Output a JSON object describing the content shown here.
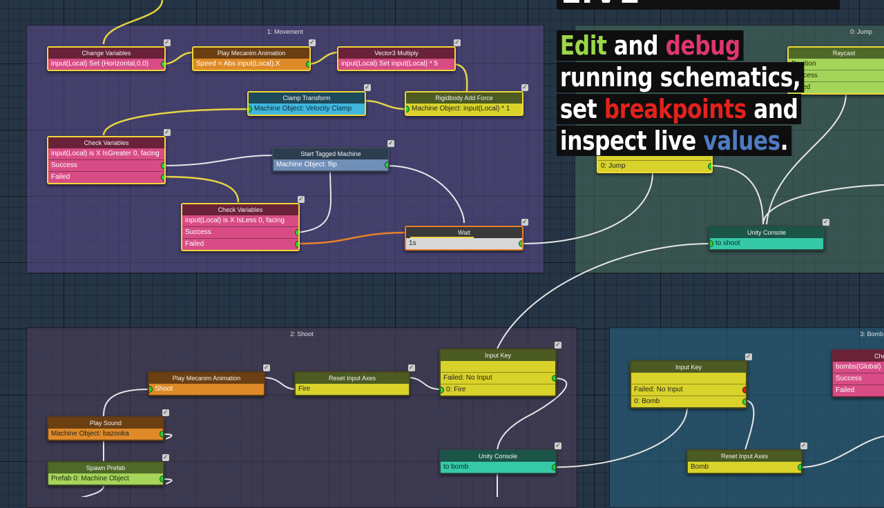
{
  "colors": {
    "canvas": "#253545",
    "selection": "#f0d93a",
    "wire_white": "#e8e8e8",
    "wire_yellow": "#e7d543",
    "wire_orange": "#e8822a",
    "port_green": "#2ad33a",
    "port_red": "#e31b1b",
    "hl_green": "#9bd74a",
    "hl_pink": "#e0356e",
    "hl_red": "#e3221c",
    "hl_blue": "#4f7bc2"
  },
  "groups": {
    "movement": "1: Movement",
    "jump": "0: Jump",
    "shoot": "2: Shoot",
    "bomb": "3: Bomb"
  },
  "banner": "LIVE DEBUGGING",
  "promo": {
    "l1a": "Edit",
    "l1b": "and",
    "l1c": "debug",
    "l2": "running schematics,",
    "l3a": "set",
    "l3b": "breakpoints",
    "l3c": "and",
    "l4a": "inspect live",
    "l4b": "values",
    "l4c": "."
  },
  "nodes": {
    "change_vars": {
      "title": "Change Variables",
      "row1": "input(Local) Set (Horizontal,0,0)"
    },
    "play_anim_1": {
      "title": "Play Mecanim Animation",
      "row1": "Speed = Abs input(Local).X"
    },
    "vec3_mult": {
      "title": "Vector3 Multiply",
      "row1": "input(Local) Set input(Local) * 5"
    },
    "clamp_tf": {
      "title": "Clamp Transform",
      "row1": "Machine Object: Velocity Clamp"
    },
    "rb_force": {
      "title": "Rigidbody Add Force",
      "row1": "Machine Object: input(Local) * 1"
    },
    "check_vars_1": {
      "title": "Check Variables",
      "row1": "input(Local) is X IsGreater 0, facing",
      "row2": "Success",
      "row3": "Failed"
    },
    "start_tagged": {
      "title": "Start Tagged Machine",
      "row1": "Machine Object: flip"
    },
    "check_vars_2": {
      "title": "Check Variables",
      "row1": "input(Local) is X IsLess 0, facing",
      "row2": "Success",
      "row3": "Failed"
    },
    "wait": {
      "title": "Wait",
      "row1": "1s"
    },
    "raycast": {
      "title": "Raycast",
      "row1": "Position",
      "row2": "Success",
      "row3": "Failed"
    },
    "jump_input": {
      "row1": "0: Jump"
    },
    "unity_console_shoot": {
      "title": "Unity Console",
      "row1": "to shoot"
    },
    "play_anim_2": {
      "title": "Play Mecanim Animation",
      "row1": "Shoot"
    },
    "reset_axes_1": {
      "title": "Reset Input Axes",
      "row1": "Fire"
    },
    "input_key_1": {
      "title": "Input Key",
      "row1": "Failed: No Input",
      "row2": "0: Fire"
    },
    "play_sound": {
      "title": "Play Sound",
      "row1": "Machine Object: bazooka"
    },
    "spawn_prefab": {
      "title": "Spawn Prefab",
      "row1": "Prefab 0: Machine Object"
    },
    "unity_console_bomb": {
      "title": "Unity Console",
      "row1": "to bomb"
    },
    "input_key_2": {
      "title": "Input Key",
      "row1": "Failed: No Input",
      "row2": "0: Bomb"
    },
    "reset_axes_2": {
      "title": "Reset Input Axes",
      "row1": "Bomb"
    },
    "check_partial": {
      "title": "Check",
      "row1": "bombs(Global)",
      "row2": "Success",
      "row3": "Failed"
    }
  }
}
